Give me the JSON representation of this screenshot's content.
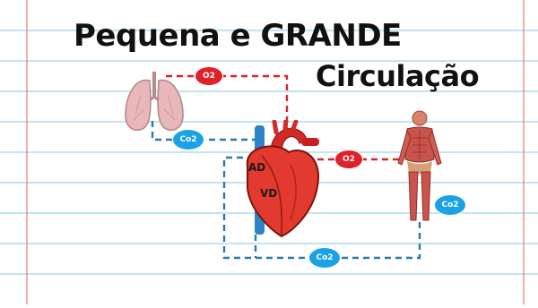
{
  "title": {
    "line1": "Pequena e GRANDE",
    "line2": "Circulação"
  },
  "labels": {
    "o2_top": "O2",
    "o2_right": "O2",
    "co2_lungs": "Co2",
    "co2_bottom": "Co2",
    "co2_body": "Co2"
  },
  "heart": {
    "atrium_label": "AD",
    "ventricle_label": "VD"
  },
  "icons": [
    "lungs-icon",
    "heart-icon",
    "human-muscle-body-icon"
  ],
  "colors": {
    "paper_lines": "#9fd3e6",
    "margin_line": "#e27a7a",
    "oxygen": "#e0202a",
    "carbon_dioxide": "#1ba2e6",
    "dashed_red": "#d9232a",
    "dashed_blue": "#2b79a8"
  }
}
